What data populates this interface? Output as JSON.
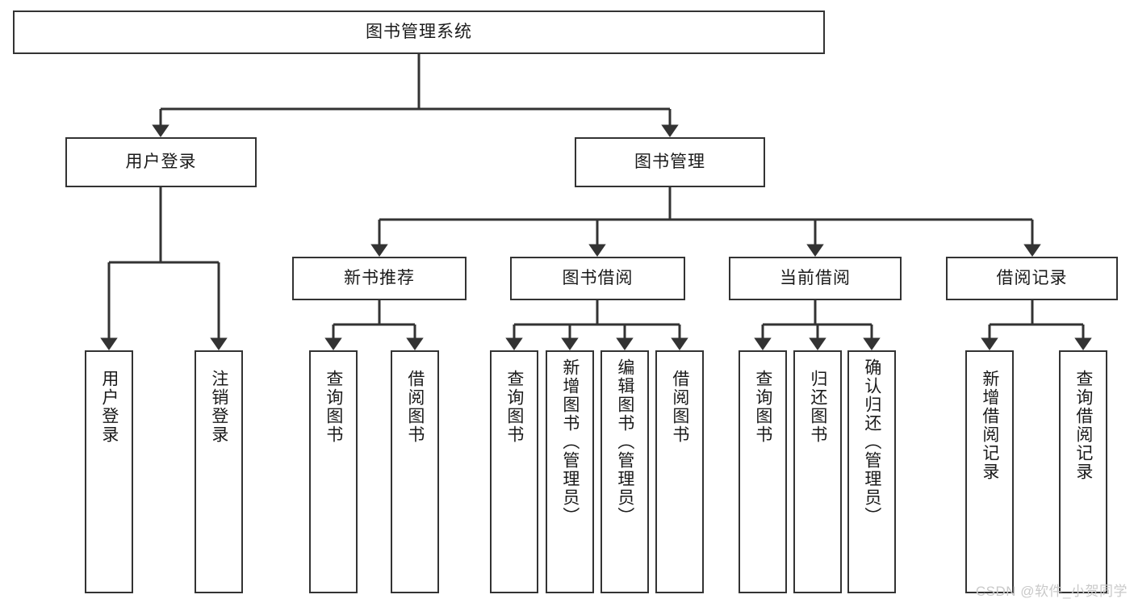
{
  "diagram": {
    "type": "tree",
    "title": "图书管理系统",
    "watermark": "CSDN @软件_小贺同学",
    "colors": {
      "background": "#ffffff",
      "box_border": "#333333",
      "box_fill": "#ffffff",
      "connector": "#333333",
      "watermark": "#c9c9c9"
    },
    "root": {
      "label": "图书管理系统"
    },
    "level1": [
      {
        "label": "用户登录"
      },
      {
        "label": "图书管理"
      }
    ],
    "level2": [
      {
        "label": "新书推荐"
      },
      {
        "label": "图书借阅"
      },
      {
        "label": "当前借阅"
      },
      {
        "label": "借阅记录"
      }
    ],
    "leaves": {
      "user_login": [
        {
          "label": "用户登录"
        },
        {
          "label": "注销登录"
        }
      ],
      "new_book_recommend": [
        {
          "label": "查询图书"
        },
        {
          "label": "借阅图书"
        }
      ],
      "book_borrow": [
        {
          "label": "查询图书"
        },
        {
          "label": "新增图书（管理员）"
        },
        {
          "label": "编辑图书（管理员）"
        },
        {
          "label": "借阅图书"
        }
      ],
      "current_borrow": [
        {
          "label": "查询图书"
        },
        {
          "label": "归还图书"
        },
        {
          "label": "确认归还（管理员）"
        }
      ],
      "borrow_records": [
        {
          "label": "新增借阅记录"
        },
        {
          "label": "查询借阅记录"
        }
      ]
    }
  }
}
